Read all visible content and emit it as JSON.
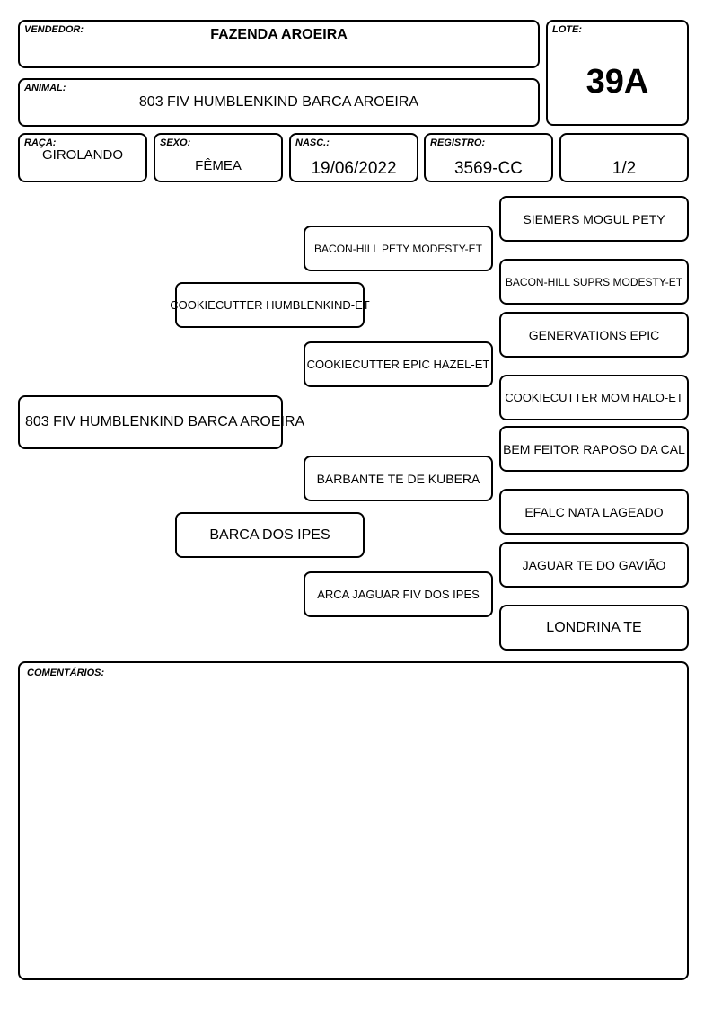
{
  "header": {
    "vendedor": {
      "label": "VENDEDOR:",
      "value": "FAZENDA AROEIRA"
    },
    "lote": {
      "label": "LOTE:",
      "value": "39A"
    },
    "animal": {
      "label": "ANIMAL:",
      "value": "803 FIV HUMBLENKIND BARCA AROEIRA"
    },
    "raca": {
      "label": "RAÇA:",
      "value": "GIROLANDO"
    },
    "sexo": {
      "label": "SEXO:",
      "value": "FÊMEA"
    },
    "nasc": {
      "label": "NASC.:",
      "value": "19/06/2022"
    },
    "registro": {
      "label": "REGISTRO:",
      "value": "3569-CC"
    },
    "grau": {
      "value": "1/2"
    }
  },
  "pedigree": {
    "animal": "803 FIV HUMBLENKIND BARCA AROEIRA",
    "sire": "COOKIECUTTER HUMBLENKIND-ET",
    "dam": "BARCA DOS IPES",
    "sire_sire": "BACON-HILL PETY MODESTY-ET",
    "sire_dam": "COOKIECUTTER EPIC HAZEL-ET",
    "dam_sire": "BARBANTE TE DE KUBERA",
    "dam_dam": "ARCA JAGUAR FIV DOS IPES",
    "gg": [
      "SIEMERS MOGUL PETY",
      "BACON-HILL SUPRS MODESTY-ET",
      "GENERVATIONS EPIC",
      "COOKIECUTTER MOM HALO-ET",
      "BEM FEITOR RAPOSO DA CAL",
      "EFALC NATA LAGEADO",
      "JAGUAR TE DO GAVIÃO",
      "LONDRINA TE"
    ]
  },
  "comments": {
    "label": "COMENTÁRIOS:",
    "value": ""
  }
}
